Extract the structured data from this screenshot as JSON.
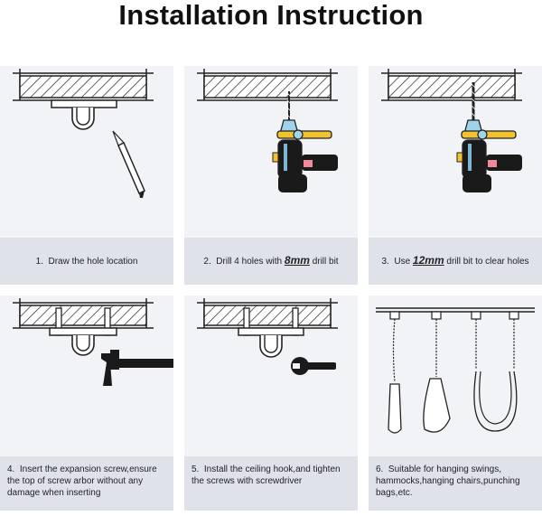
{
  "title": "Installation Instruction",
  "steps": [
    {
      "num": "1.",
      "text": "Draw the hole location"
    },
    {
      "num": "2.",
      "pre": "Drill 4 holes with",
      "emph": "8mm",
      "post": "drill bit"
    },
    {
      "num": "3.",
      "pre": "Use",
      "emph": "12mm",
      "post": "drill bit to clear holes"
    },
    {
      "num": "4.",
      "text": "Insert the expansion screw,ensure the top of screw arbor without any damage when inserting"
    },
    {
      "num": "5.",
      "text": "Install the ceiling hook,and tighten the screws with screwdriver"
    },
    {
      "num": "6.",
      "text": "Suitable for hanging swings, hammocks,hanging chairs,punching bags,etc."
    }
  ],
  "colors": {
    "panel_bg": "#f2f3f6",
    "caption_bg": "#dfe3e9",
    "drill_body": "#1a1a1a",
    "drill_accent": "#f2c230",
    "drill_head": "#9fd3ea",
    "drill_pink": "#f08a9a"
  }
}
